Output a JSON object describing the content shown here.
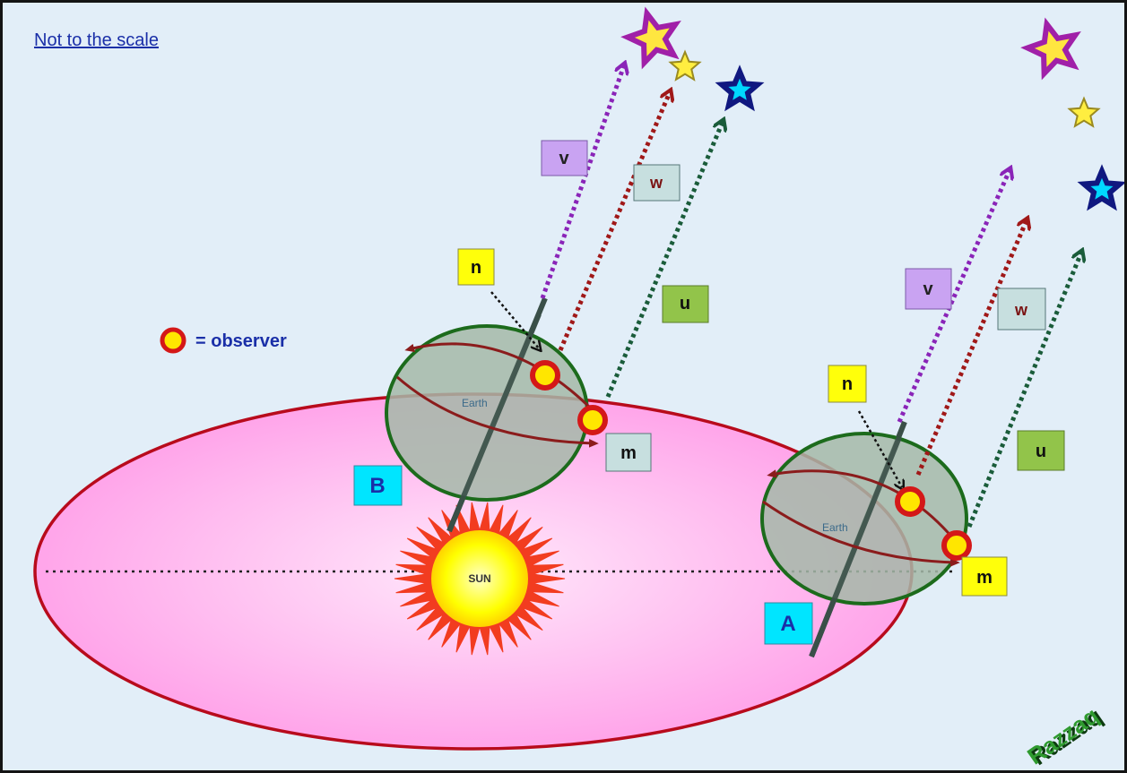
{
  "note": "Not to the scale",
  "legend": {
    "text": "= observer"
  },
  "sun": {
    "label": "SUN"
  },
  "earth_label": "Earth",
  "positions": [
    {
      "id": "B",
      "label": "B",
      "labels": {
        "n": "n",
        "m": "m",
        "v": "v",
        "w": "w",
        "u": "u"
      }
    },
    {
      "id": "A",
      "label": "A",
      "labels": {
        "n": "n",
        "m": "m",
        "v": "v",
        "w": "w",
        "u": "u"
      }
    }
  ],
  "watermark": "Razzaq",
  "colors": {
    "orbit_fill": "#ffb6ee",
    "orbit_stroke": "#b80b1c",
    "earth_fill": "#a4b9a8",
    "earth_stroke": "#1c6b1c",
    "axis": "#3a4f48",
    "sun_outer": "#f23c20",
    "sun_inner": "#ffff00",
    "arrow_v": "#8a24b8",
    "arrow_w": "#a01818",
    "arrow_u": "#1a5c3a",
    "label_v_bg": "#c9a3f2",
    "label_w_bg": "#c7dfdf",
    "label_u_bg": "#92c44a",
    "label_nm_bg": "#ffff0a",
    "label_m_bg_b": "#c7dfdf",
    "label_pos_bg": "#00e5ff",
    "observer_fill": "#ffe600",
    "observer_stroke": "#d41818",
    "legend_text": "#1a2fa8"
  }
}
